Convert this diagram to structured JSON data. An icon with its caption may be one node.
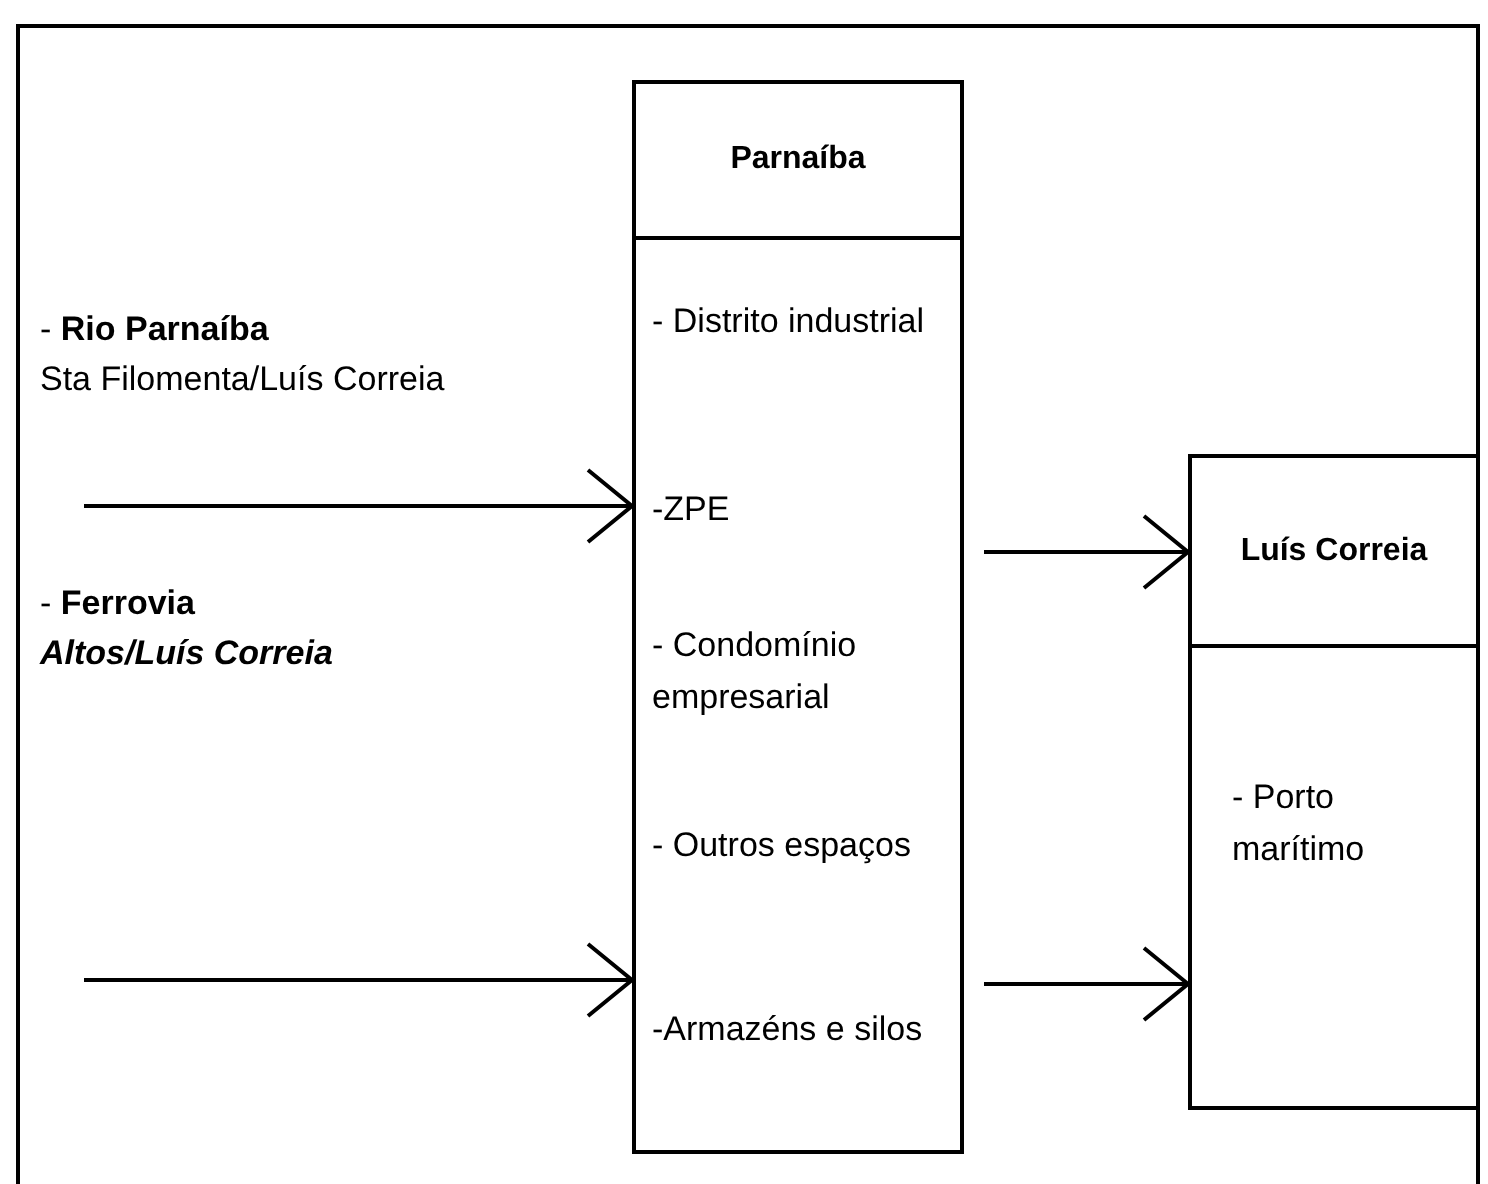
{
  "diagram": {
    "nodes": [
      {
        "text": [
          "Parnaíba"
        ]
      },
      {
        "text": [
          "- Distrito industrial",
          "-ZPE",
          "- Condomínio empresarial",
          "- Outros espaços",
          "-Armazéns e silos"
        ]
      },
      {
        "text": [
          "Luís Correia"
        ]
      },
      {
        "text": [
          "- Porto marítimo"
        ]
      }
    ],
    "edges": [
      {
        "from": null,
        "to": 1,
        "arrow": "to"
      },
      {
        "from": null,
        "to": 1,
        "arrow": "to"
      },
      {
        "from": 1,
        "to": 2,
        "arrow": "to"
      },
      {
        "from": 1,
        "to": 3,
        "arrow": "to"
      }
    ],
    "labels": [
      "- **Rio Parnaíba**",
      "Sta Filomenta/Luís Correia",
      "- **Ferrovia**",
      "Altos/Luís Correia"
    ]
  }
}
